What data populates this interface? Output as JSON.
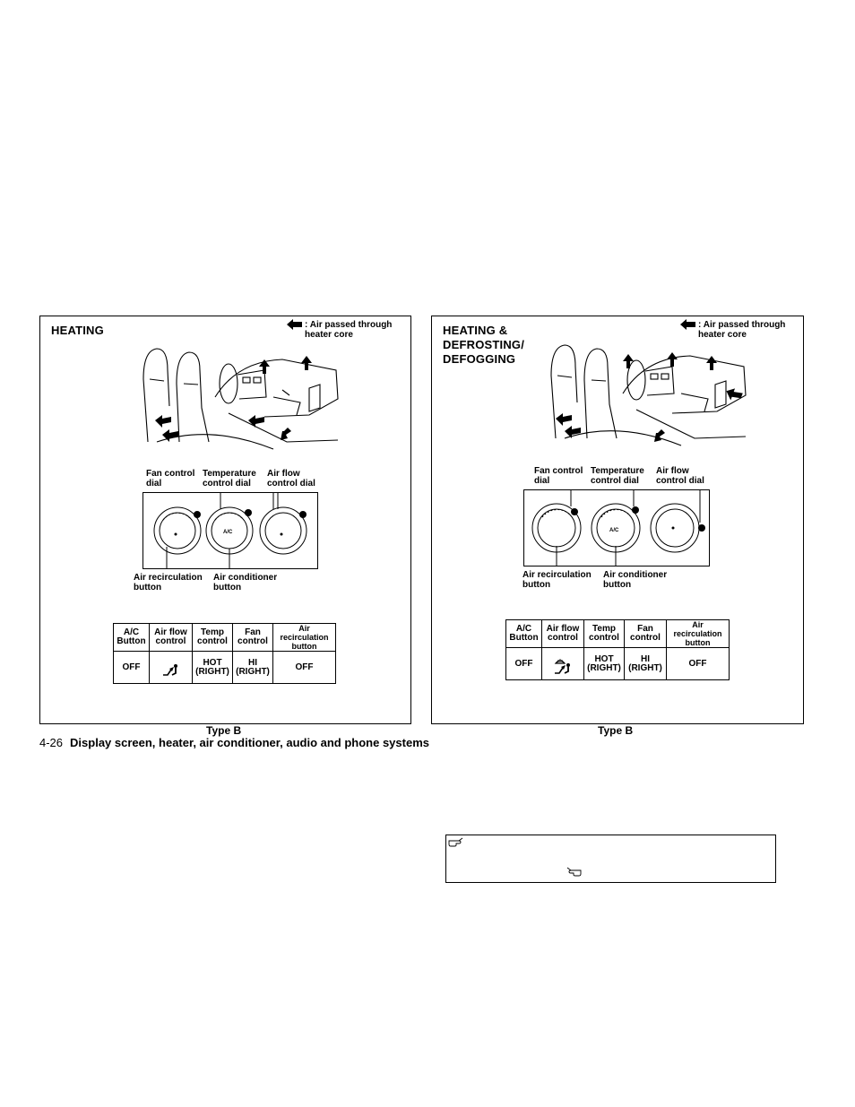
{
  "panels": [
    {
      "title": "HEATING",
      "legend": ": Air passed through\nheater core",
      "labels": {
        "fan": "Fan control\ndial",
        "temp": "Temperature\ncontrol dial",
        "airflow": "Air flow\ncontrol dial",
        "recirc": "Air recirculation\nbutton",
        "ac": "Air conditioner\nbutton"
      },
      "ac_text": "A/C",
      "table": {
        "headers": [
          "A/C\nButton",
          "Air flow\ncontrol",
          "Temp\ncontrol",
          "Fan\ncontrol",
          "Air\nrecirculation\nbutton"
        ],
        "values": [
          "OFF",
          "",
          "HOT\n(RIGHT)",
          "HI\n(RIGHT)",
          "OFF"
        ],
        "airflow_icon": "foot-vent-icon"
      },
      "caption": "Type B"
    },
    {
      "title": "HEATING &\nDEFROSTING/\nDEFOGGING",
      "legend": ": Air passed through\nheater core",
      "labels": {
        "fan": "Fan control\ndial",
        "temp": "Temperature\ncontrol dial",
        "airflow": "Air flow\ncontrol dial",
        "recirc": "Air recirculation\nbutton",
        "ac": "Air conditioner\nbutton"
      },
      "ac_text": "A/C",
      "table": {
        "headers": [
          "A/C\nButton",
          "Air flow\ncontrol",
          "Temp\ncontrol",
          "Fan\ncontrol",
          "Air\nrecirculation\nbutton"
        ],
        "values": [
          "OFF",
          "",
          "HOT\n(RIGHT)",
          "HI\n(RIGHT)",
          "OFF"
        ],
        "airflow_icon": "defrost-foot-icon"
      },
      "caption": "Type B"
    }
  ],
  "footer": {
    "page_number": "4-26",
    "title": "Display screen, heater, air conditioner, audio and phone systems"
  },
  "note_icons": [
    "pointing-hand-icon",
    "pointing-hand-icon"
  ]
}
